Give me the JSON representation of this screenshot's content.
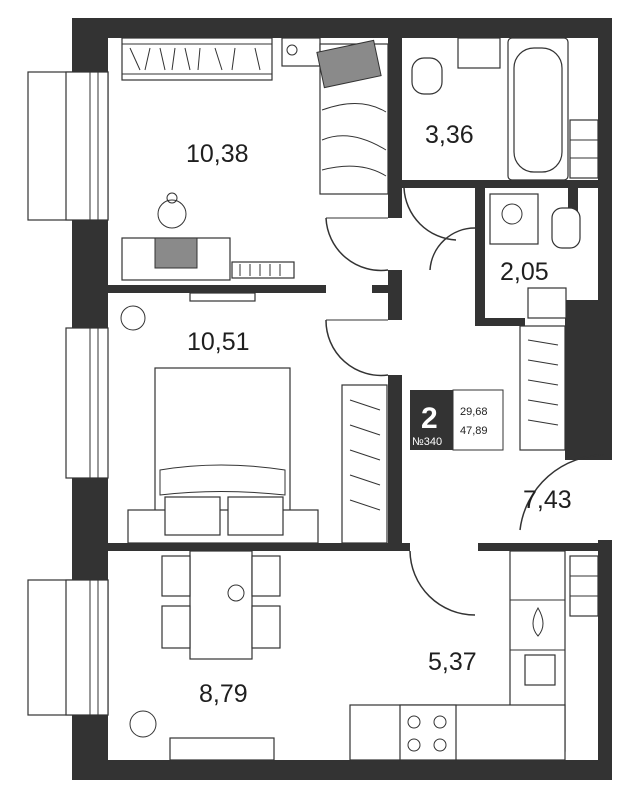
{
  "plan": {
    "rooms": [
      {
        "id": "bedroom-top",
        "area": "10,38"
      },
      {
        "id": "bathroom",
        "area": "3,36"
      },
      {
        "id": "toilet",
        "area": "2,05"
      },
      {
        "id": "bedroom-main",
        "area": "10,51"
      },
      {
        "id": "hallway",
        "area": "7,43"
      },
      {
        "id": "living-room",
        "area": "8,79"
      },
      {
        "id": "kitchen",
        "area": "5,37"
      }
    ],
    "badge": {
      "rooms_count": "2",
      "apartment_number": "№340",
      "living_area": "29,68",
      "total_area": "47,89"
    }
  },
  "colors": {
    "wall": "#333333",
    "furniture_fill": "#ffffff",
    "accent_grey": "#8a8a8a"
  }
}
